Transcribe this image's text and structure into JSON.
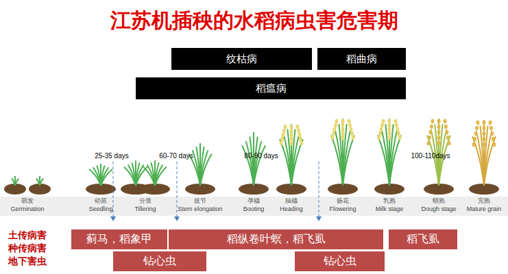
{
  "diagram": {
    "title": "江苏机插秧的水稻病虫害危害期",
    "nodes": [
      {
        "text": [
          "纹枯病"
        ]
      },
      {
        "text": [
          "稻曲病"
        ]
      },
      {
        "text": [
          "稻瘟病"
        ]
      },
      {
        "text": [
          "蓟马，稻象甲"
        ]
      },
      {
        "text": [
          "稻纵卷叶螟，稻飞虱"
        ]
      },
      {
        "text": [
          "稻飞虱"
        ]
      },
      {
        "text": [
          "钻心虫"
        ]
      },
      {
        "text": [
          "钻心虫"
        ]
      }
    ],
    "labels": [
      "25-35 days",
      "60-70 days",
      "80-90 days",
      "100-110days",
      "萌发",
      "Germination",
      "幼苗",
      "Seedling",
      "分蘖",
      "Tillering",
      "拔节",
      "Stem elongation",
      "孕穗",
      "Booting",
      "抽穗",
      "Heading",
      "扬花",
      "Flowering",
      "乳熟",
      "Milk stage",
      "蜡熟",
      "Dough stage",
      "完熟",
      "Mature grain",
      "土传病害",
      "种传病害",
      "地下害虫"
    ]
  }
}
